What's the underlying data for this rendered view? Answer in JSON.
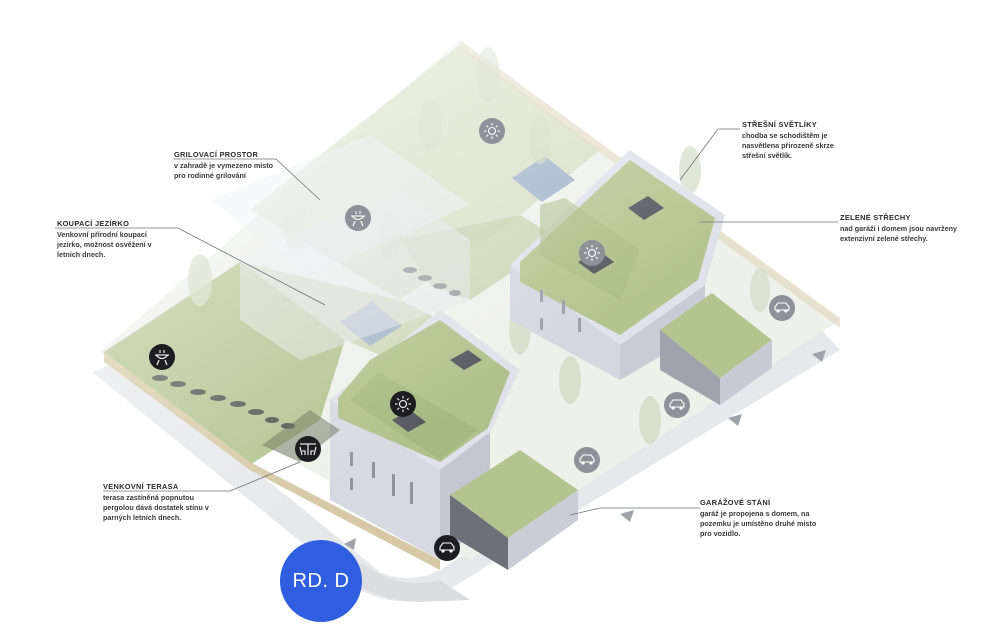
{
  "colors": {
    "badge": "#2f5fe0",
    "icon_dark": "#1e1e22",
    "icon_light": "#8d9298",
    "grass": "#b7c894",
    "roof_green": "#a9bd83",
    "building": "#dfe2ea",
    "pavement": "#e4e5e8"
  },
  "badge": {
    "text": "RD. D"
  },
  "callouts": [
    {
      "id": "stresni",
      "title": "STŘEŠNÍ SVĚTLÍKY",
      "lines": "chodba se schodištěm je\nnasvětlena přirozeně skrze\nstřešní světlík."
    },
    {
      "id": "grilovaci",
      "title": "GRILOVACÍ PROSTOR",
      "lines": "v zahradě je vymezeno místo\npro rodinné grilování"
    },
    {
      "id": "koupaci",
      "title": "KOUPACÍ JEZÍRKO",
      "lines": "Venkovní přírodní koupací\njezírko, možnost osvěžení v\nletních dnech."
    },
    {
      "id": "zelene",
      "title": "ZELENÉ STŘECHY",
      "lines": "nad garáží i domem jsou navrženy\nextenzivní zelené střechy."
    },
    {
      "id": "venkovni",
      "title": "VENKOVNÍ TERASA",
      "lines": "terasa zastíněná popnutou\npergolou dává dostatek stínu v\nparných letních dnech."
    },
    {
      "id": "garazove",
      "title": "GARÁŽOVÉ STÁNÍ",
      "lines": "garáž je propojena s domem, na\npozemku je umístěno druhé místo\npro vozidlo."
    }
  ],
  "icons": [
    {
      "id": "sun-icon-top",
      "kind": "sun",
      "tone": "light"
    },
    {
      "id": "grill-icon-garden",
      "kind": "grill",
      "tone": "light"
    },
    {
      "id": "sun-icon-roof-upper",
      "kind": "sun",
      "tone": "light"
    },
    {
      "id": "car-icon-upper",
      "kind": "car",
      "tone": "light"
    },
    {
      "id": "grill-icon-left",
      "kind": "grill",
      "tone": "dark"
    },
    {
      "id": "sun-icon-roof-front",
      "kind": "sun",
      "tone": "dark"
    },
    {
      "id": "car-icon-middle",
      "kind": "car",
      "tone": "light"
    },
    {
      "id": "terrace-icon",
      "kind": "terrace",
      "tone": "dark"
    },
    {
      "id": "car-icon-lower",
      "kind": "car",
      "tone": "light"
    },
    {
      "id": "car-icon-front",
      "kind": "car",
      "tone": "dark"
    }
  ]
}
